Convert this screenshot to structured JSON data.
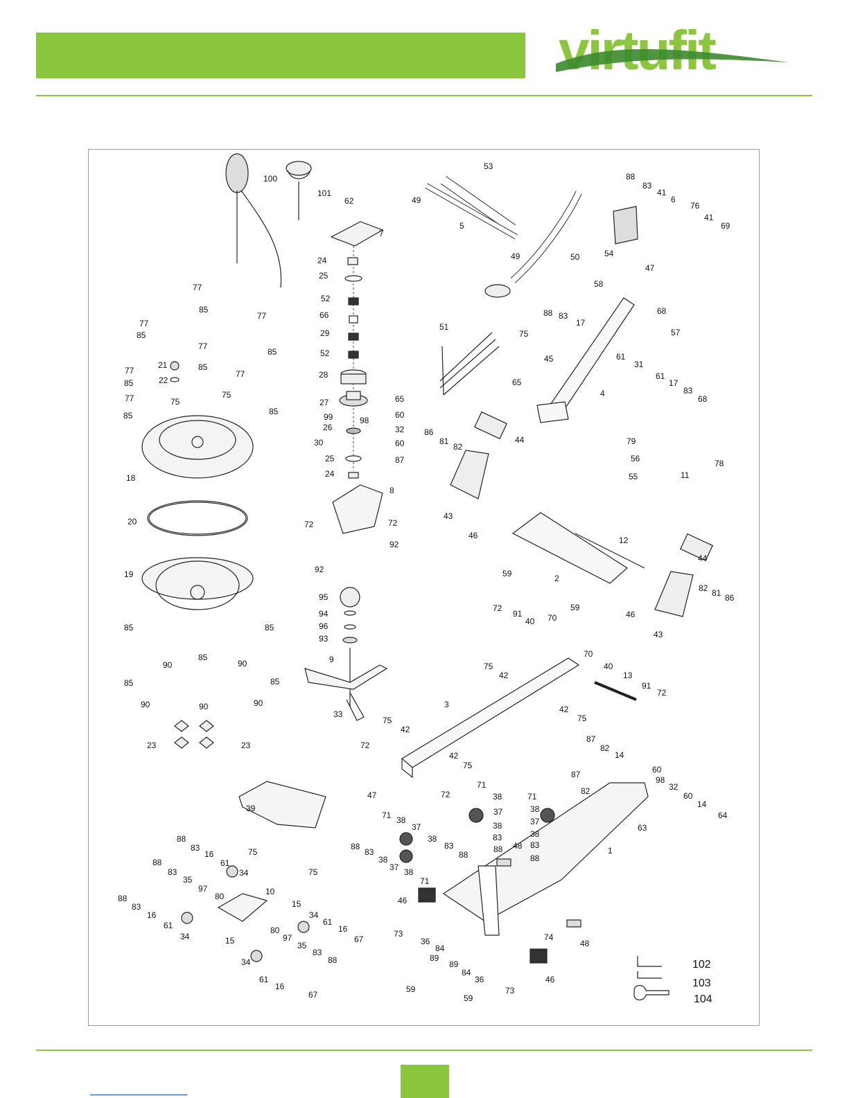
{
  "header": {
    "logo_text": "virtufit",
    "brand_color": "#8cc63f",
    "logo_dark_green": "#3c8a2e"
  },
  "diagram": {
    "part_labels": [
      {
        "id": "p100",
        "text": "100"
      },
      {
        "id": "p101",
        "text": "101"
      },
      {
        "id": "p62",
        "text": "62"
      },
      {
        "id": "p7",
        "text": "7"
      },
      {
        "id": "p24a",
        "text": "24"
      },
      {
        "id": "p25a",
        "text": "25"
      },
      {
        "id": "p52a",
        "text": "52"
      },
      {
        "id": "p66",
        "text": "66"
      },
      {
        "id": "p29",
        "text": "29"
      },
      {
        "id": "p52b",
        "text": "52"
      },
      {
        "id": "p28",
        "text": "28"
      },
      {
        "id": "p27",
        "text": "27"
      },
      {
        "id": "p65",
        "text": "65"
      },
      {
        "id": "p99",
        "text": "99"
      },
      {
        "id": "p98a",
        "text": "98"
      },
      {
        "id": "p60a",
        "text": "60"
      },
      {
        "id": "p26",
        "text": "26"
      },
      {
        "id": "p32a",
        "text": "32"
      },
      {
        "id": "p30",
        "text": "30"
      },
      {
        "id": "p60b",
        "text": "60"
      },
      {
        "id": "p25b",
        "text": "25"
      },
      {
        "id": "p87a",
        "text": "87"
      },
      {
        "id": "p24b",
        "text": "24"
      },
      {
        "id": "p8",
        "text": "8"
      },
      {
        "id": "p72a",
        "text": "72"
      },
      {
        "id": "p72b",
        "text": "72"
      },
      {
        "id": "p92a",
        "text": "92"
      },
      {
        "id": "p92b",
        "text": "92"
      },
      {
        "id": "p95",
        "text": "95"
      },
      {
        "id": "p94",
        "text": "94"
      },
      {
        "id": "p96",
        "text": "96"
      },
      {
        "id": "p93",
        "text": "93"
      },
      {
        "id": "p9",
        "text": "9"
      },
      {
        "id": "p33",
        "text": "33"
      },
      {
        "id": "p53",
        "text": "53"
      },
      {
        "id": "p49a",
        "text": "49"
      },
      {
        "id": "p5",
        "text": "5"
      },
      {
        "id": "p49b",
        "text": "49"
      },
      {
        "id": "p50",
        "text": "50"
      },
      {
        "id": "p88a",
        "text": "88"
      },
      {
        "id": "p83a",
        "text": "83"
      },
      {
        "id": "p41a",
        "text": "41"
      },
      {
        "id": "p6",
        "text": "6"
      },
      {
        "id": "p76",
        "text": "76"
      },
      {
        "id": "p41b",
        "text": "41"
      },
      {
        "id": "p69",
        "text": "69"
      },
      {
        "id": "p54",
        "text": "54"
      },
      {
        "id": "p47a",
        "text": "47"
      },
      {
        "id": "p58",
        "text": "58"
      },
      {
        "id": "p88b",
        "text": "88"
      },
      {
        "id": "p83b",
        "text": "83"
      },
      {
        "id": "p17a",
        "text": "17"
      },
      {
        "id": "p68a",
        "text": "68"
      },
      {
        "id": "p57",
        "text": "57"
      },
      {
        "id": "p51",
        "text": "51"
      },
      {
        "id": "p75a",
        "text": "75"
      },
      {
        "id": "p45",
        "text": "45"
      },
      {
        "id": "p61a",
        "text": "61"
      },
      {
        "id": "p31",
        "text": "31"
      },
      {
        "id": "p61b",
        "text": "61"
      },
      {
        "id": "p17b",
        "text": "17"
      },
      {
        "id": "p83c",
        "text": "83"
      },
      {
        "id": "p68b",
        "text": "68"
      },
      {
        "id": "p65b",
        "text": "65"
      },
      {
        "id": "p4",
        "text": "4"
      },
      {
        "id": "p44a",
        "text": "44"
      },
      {
        "id": "p86a",
        "text": "86"
      },
      {
        "id": "p81a",
        "text": "81"
      },
      {
        "id": "p82a",
        "text": "82"
      },
      {
        "id": "p79",
        "text": "79"
      },
      {
        "id": "p56",
        "text": "56"
      },
      {
        "id": "p78",
        "text": "78"
      },
      {
        "id": "p55",
        "text": "55"
      },
      {
        "id": "p11",
        "text": "11"
      },
      {
        "id": "p43a",
        "text": "43"
      },
      {
        "id": "p46a",
        "text": "46"
      },
      {
        "id": "p12",
        "text": "12"
      },
      {
        "id": "p44b",
        "text": "44"
      },
      {
        "id": "p59a",
        "text": "59"
      },
      {
        "id": "p2",
        "text": "2"
      },
      {
        "id": "p59b",
        "text": "59"
      },
      {
        "id": "p46b",
        "text": "46"
      },
      {
        "id": "p82b",
        "text": "82"
      },
      {
        "id": "p81b",
        "text": "81"
      },
      {
        "id": "p86b",
        "text": "86"
      },
      {
        "id": "p43b",
        "text": "43"
      },
      {
        "id": "p72c",
        "text": "72"
      },
      {
        "id": "p91a",
        "text": "91"
      },
      {
        "id": "p40a",
        "text": "40"
      },
      {
        "id": "p70a",
        "text": "70"
      },
      {
        "id": "p70b",
        "text": "70"
      },
      {
        "id": "p75b",
        "text": "75"
      },
      {
        "id": "p42a",
        "text": "42"
      },
      {
        "id": "p40b",
        "text": "40"
      },
      {
        "id": "p13",
        "text": "13"
      },
      {
        "id": "p91b",
        "text": "91"
      },
      {
        "id": "p72d",
        "text": "72"
      },
      {
        "id": "p42b",
        "text": "42"
      },
      {
        "id": "p75c",
        "text": "75"
      },
      {
        "id": "p3",
        "text": "3"
      },
      {
        "id": "p75d",
        "text": "75"
      },
      {
        "id": "p42c",
        "text": "42"
      },
      {
        "id": "p72e",
        "text": "72"
      },
      {
        "id": "p42d",
        "text": "42"
      },
      {
        "id": "p75e",
        "text": "75"
      },
      {
        "id": "p72f",
        "text": "72"
      },
      {
        "id": "p47b",
        "text": "47"
      },
      {
        "id": "p87b",
        "text": "87"
      },
      {
        "id": "p82c",
        "text": "82"
      },
      {
        "id": "p14a",
        "text": "14"
      },
      {
        "id": "p87c",
        "text": "87"
      },
      {
        "id": "p82d",
        "text": "82"
      },
      {
        "id": "p60c",
        "text": "60"
      },
      {
        "id": "p98b",
        "text": "98"
      },
      {
        "id": "p32b",
        "text": "32"
      },
      {
        "id": "p60d",
        "text": "60"
      },
      {
        "id": "p14b",
        "text": "14"
      },
      {
        "id": "p64",
        "text": "64"
      },
      {
        "id": "p63",
        "text": "63"
      },
      {
        "id": "p1",
        "text": "1"
      },
      {
        "id": "p77a",
        "text": "77"
      },
      {
        "id": "p85a",
        "text": "85"
      },
      {
        "id": "p77b",
        "text": "77"
      },
      {
        "id": "p85b",
        "text": "85"
      },
      {
        "id": "p77c",
        "text": "77"
      },
      {
        "id": "p77d",
        "text": "77"
      },
      {
        "id": "p85c",
        "text": "85"
      },
      {
        "id": "p85d",
        "text": "85"
      },
      {
        "id": "p21",
        "text": "21"
      },
      {
        "id": "p77e",
        "text": "77"
      },
      {
        "id": "p85e",
        "text": "85"
      },
      {
        "id": "p22",
        "text": "22"
      },
      {
        "id": "p77f",
        "text": "77"
      },
      {
        "id": "p77g",
        "text": "77"
      },
      {
        "id": "p75f",
        "text": "75"
      },
      {
        "id": "p75g",
        "text": "75"
      },
      {
        "id": "p85f",
        "text": "85"
      },
      {
        "id": "p85g",
        "text": "85"
      },
      {
        "id": "p18",
        "text": "18"
      },
      {
        "id": "p20",
        "text": "20"
      },
      {
        "id": "p19",
        "text": "19"
      },
      {
        "id": "p85h",
        "text": "85"
      },
      {
        "id": "p85i",
        "text": "85"
      },
      {
        "id": "p90a",
        "text": "90"
      },
      {
        "id": "p85j",
        "text": "85"
      },
      {
        "id": "p90b",
        "text": "90"
      },
      {
        "id": "p85k",
        "text": "85"
      },
      {
        "id": "p85l",
        "text": "85"
      },
      {
        "id": "p90c",
        "text": "90"
      },
      {
        "id": "p90d",
        "text": "90"
      },
      {
        "id": "p90e",
        "text": "90"
      },
      {
        "id": "p23a",
        "text": "23"
      },
      {
        "id": "p23b",
        "text": "23"
      },
      {
        "id": "p39",
        "text": "39"
      },
      {
        "id": "p75h",
        "text": "75"
      },
      {
        "id": "p75i",
        "text": "75"
      },
      {
        "id": "p88c",
        "text": "88"
      },
      {
        "id": "p83d",
        "text": "83"
      },
      {
        "id": "p16a",
        "text": "16"
      },
      {
        "id": "p61c",
        "text": "61"
      },
      {
        "id": "p34a",
        "text": "34"
      },
      {
        "id": "p88d",
        "text": "88"
      },
      {
        "id": "p83e",
        "text": "83"
      },
      {
        "id": "p35a",
        "text": "35"
      },
      {
        "id": "p97a",
        "text": "97"
      },
      {
        "id": "p80a",
        "text": "80"
      },
      {
        "id": "p10",
        "text": "10"
      },
      {
        "id": "p88e",
        "text": "88"
      },
      {
        "id": "p83f",
        "text": "83"
      },
      {
        "id": "p16b",
        "text": "16"
      },
      {
        "id": "p61d",
        "text": "61"
      },
      {
        "id": "p34b",
        "text": "34"
      },
      {
        "id": "p15a",
        "text": "15"
      },
      {
        "id": "p34c",
        "text": "34"
      },
      {
        "id": "p61e",
        "text": "61"
      },
      {
        "id": "p16c",
        "text": "16"
      },
      {
        "id": "p67a",
        "text": "67"
      },
      {
        "id": "p80b",
        "text": "80"
      },
      {
        "id": "p97b",
        "text": "97"
      },
      {
        "id": "p35b",
        "text": "35"
      },
      {
        "id": "p83g",
        "text": "83"
      },
      {
        "id": "p88f",
        "text": "88"
      },
      {
        "id": "p15b",
        "text": "15"
      },
      {
        "id": "p34d",
        "text": "34"
      },
      {
        "id": "p61f",
        "text": "61"
      },
      {
        "id": "p16d",
        "text": "16"
      },
      {
        "id": "p67b",
        "text": "67"
      },
      {
        "id": "p71a",
        "text": "71"
      },
      {
        "id": "p38a",
        "text": "38"
      },
      {
        "id": "p37a",
        "text": "37"
      },
      {
        "id": "p38b",
        "text": "38"
      },
      {
        "id": "p83h",
        "text": "83"
      },
      {
        "id": "p88g",
        "text": "88"
      },
      {
        "id": "p71b",
        "text": "71"
      },
      {
        "id": "p38c",
        "text": "38"
      },
      {
        "id": "p37b",
        "text": "37"
      },
      {
        "id": "p38d",
        "text": "38"
      },
      {
        "id": "p83i",
        "text": "83"
      },
      {
        "id": "p88h",
        "text": "88"
      },
      {
        "id": "p71c",
        "text": "71"
      },
      {
        "id": "p38e",
        "text": "38"
      },
      {
        "id": "p37c",
        "text": "37"
      },
      {
        "id": "p38f",
        "text": "38"
      },
      {
        "id": "p83j",
        "text": "83"
      },
      {
        "id": "p88i",
        "text": "88"
      },
      {
        "id": "p88j",
        "text": "88"
      },
      {
        "id": "p83k",
        "text": "83"
      },
      {
        "id": "p38g",
        "text": "38"
      },
      {
        "id": "p37d",
        "text": "37"
      },
      {
        "id": "p38h",
        "text": "38"
      },
      {
        "id": "p71d",
        "text": "71"
      },
      {
        "id": "p48a",
        "text": "48"
      },
      {
        "id": "p46c",
        "text": "46"
      },
      {
        "id": "p73a",
        "text": "73"
      },
      {
        "id": "p36a",
        "text": "36"
      },
      {
        "id": "p84a",
        "text": "84"
      },
      {
        "id": "p89a",
        "text": "89"
      },
      {
        "id": "p74",
        "text": "74"
      },
      {
        "id": "p48b",
        "text": "48"
      },
      {
        "id": "p89b",
        "text": "89"
      },
      {
        "id": "p84b",
        "text": "84"
      },
      {
        "id": "p36b",
        "text": "36"
      },
      {
        "id": "p73b",
        "text": "73"
      },
      {
        "id": "p46d",
        "text": "46"
      },
      {
        "id": "p59c",
        "text": "59"
      },
      {
        "id": "p59d",
        "text": "59"
      }
    ],
    "tools": [
      {
        "id": "t102",
        "text": "102"
      },
      {
        "id": "t103",
        "text": "103"
      },
      {
        "id": "t104",
        "text": "104"
      }
    ]
  }
}
